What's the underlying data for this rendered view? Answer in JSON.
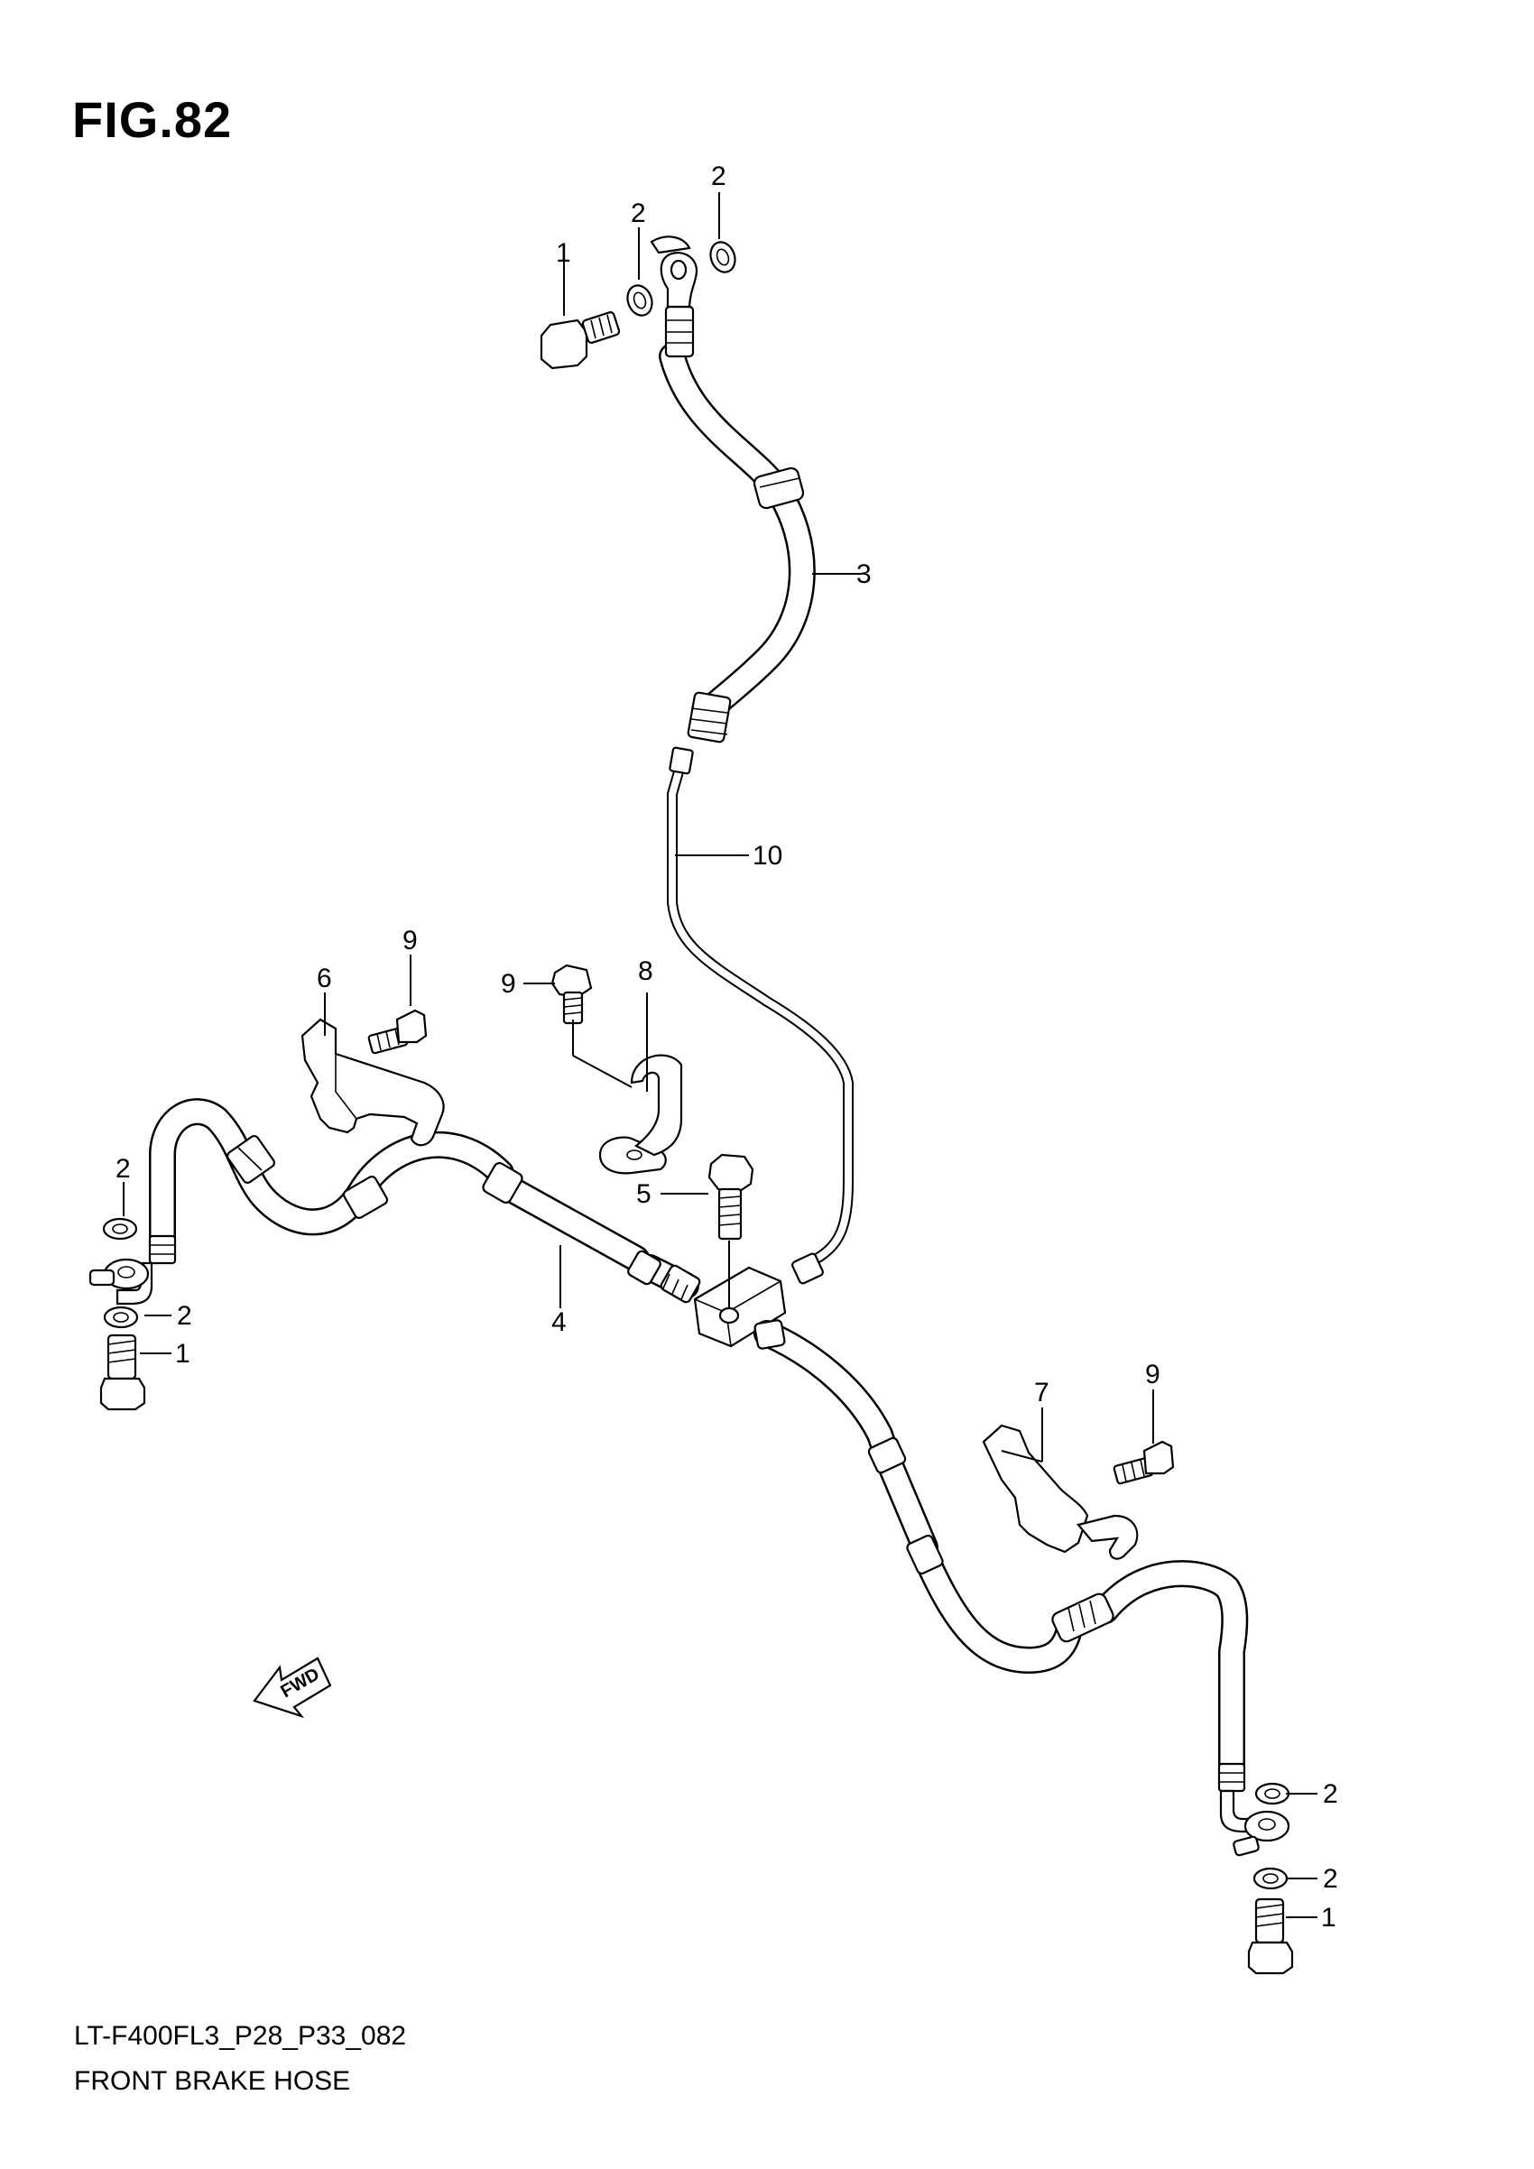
{
  "figure": {
    "title": "FIG.82",
    "code": "LT-F400FL3_P28_P33_082",
    "name": "FRONT BRAKE HOSE",
    "fwd_label": "FWD"
  },
  "callouts": {
    "c1_top": "1",
    "c2_top_a": "2",
    "c2_top_b": "2",
    "c3": "3",
    "c10": "10",
    "c9_a": "9",
    "c6": "6",
    "c9_b": "9",
    "c8": "8",
    "c2_left_a": "2",
    "c2_left_b": "2",
    "c1_left": "1",
    "c5": "5",
    "c4": "4",
    "c7": "7",
    "c9_c": "9",
    "c2_right_a": "2",
    "c2_right_b": "2",
    "c1_right": "1"
  }
}
